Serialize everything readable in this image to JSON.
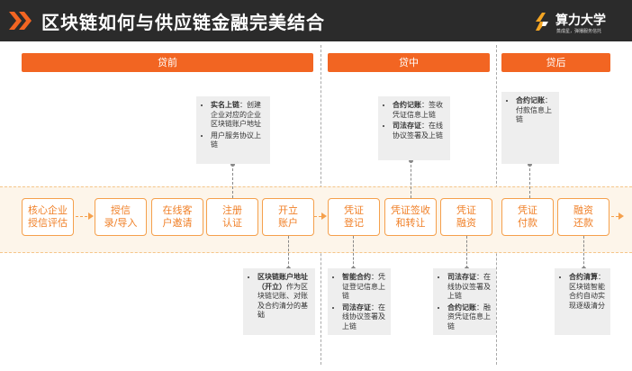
{
  "header": {
    "title": "区块链如何与供应链金融完美结合",
    "brand": "算力大学",
    "slogan": "蒸成星，弹播服务信托"
  },
  "phases": [
    {
      "label": "贷前"
    },
    {
      "label": "贷中"
    },
    {
      "label": "贷后"
    }
  ],
  "steps": [
    {
      "label": "核心企业\n授信评估"
    },
    {
      "label": "授信\n录/导入"
    },
    {
      "label": "在线客\n户邀请"
    },
    {
      "label": "注册\n认证"
    },
    {
      "label": "开立\n账户"
    },
    {
      "label": "凭证\n登记"
    },
    {
      "label": "凭证签收\n和转让"
    },
    {
      "label": "凭证\n融资"
    },
    {
      "label": "凭证\n付款"
    },
    {
      "label": "融资\n还款"
    }
  ],
  "notes": {
    "register": {
      "i1_bold": "实名上链",
      "i1_text": "：创建企业对应的企业区块链账户地址",
      "i2_text": "用户服务协议上链"
    },
    "account": {
      "i1_bold": "区块链账户地址（开立）",
      "i1_text": "作为区块链记账、对账及合约清分的基础"
    },
    "voucher_reg": {
      "i1_bold": "智能合约",
      "i1_text": "：凭证登记信息上链",
      "i2_bold": "司法存证",
      "i2_text": "：在线协议签署及上链"
    },
    "sign": {
      "i1_bold": "合约记账",
      "i1_text": "：签收凭证信息上链",
      "i2_bold": "司法存证",
      "i2_text": "：在线协议签署及上链"
    },
    "finance": {
      "i1_bold": "司法存证",
      "i1_text": "：在线协议签署及上链",
      "i2_bold": "合约记账",
      "i2_text": "：融资凭证信息上链"
    },
    "payment": {
      "i1_bold": "合约记账",
      "i1_text": "：付款信息上链"
    },
    "repay": {
      "i1_bold": "合约清算",
      "i1_text": "：区块链智能合约自动实现逐级清分"
    }
  }
}
